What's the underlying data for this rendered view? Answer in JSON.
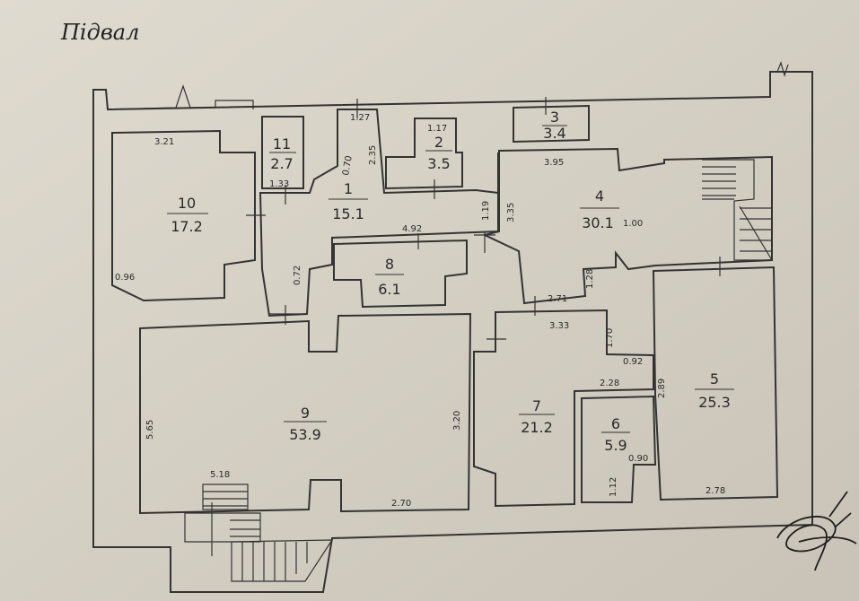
{
  "title": "Підвал",
  "rooms": [
    {
      "num": "1",
      "area": "15.1"
    },
    {
      "num": "2",
      "area": "3.5"
    },
    {
      "num": "3",
      "area": "3.4"
    },
    {
      "num": "4",
      "area": "30.1"
    },
    {
      "num": "5",
      "area": "25.3"
    },
    {
      "num": "6",
      "area": "5.9"
    },
    {
      "num": "7",
      "area": "21.2"
    },
    {
      "num": "8",
      "area": "6.1"
    },
    {
      "num": "9",
      "area": "53.9"
    },
    {
      "num": "10",
      "area": "17.2"
    },
    {
      "num": "11",
      "area": "2.7"
    }
  ],
  "dims": {
    "d321": "3.21",
    "d133": "1.33",
    "d096": "0.96",
    "d127": "1.27",
    "d070": "0.70",
    "d235": "2.35",
    "d117": "1.17",
    "d395": "3.95",
    "d119": "1.19",
    "d335": "3.35",
    "d492": "4.92",
    "d100": "1.00",
    "d072": "0.72",
    "d128": "1.28",
    "d271": "2.71",
    "d333": "3.33",
    "d170": "1.70",
    "d092": "0.92",
    "d228": "2.28",
    "d289": "2.89",
    "d565": "5.65",
    "d320": "3.20",
    "d518": "5.18",
    "d270": "2.70",
    "d112": "1.12",
    "d090": "0.90",
    "d278": "2.78"
  }
}
